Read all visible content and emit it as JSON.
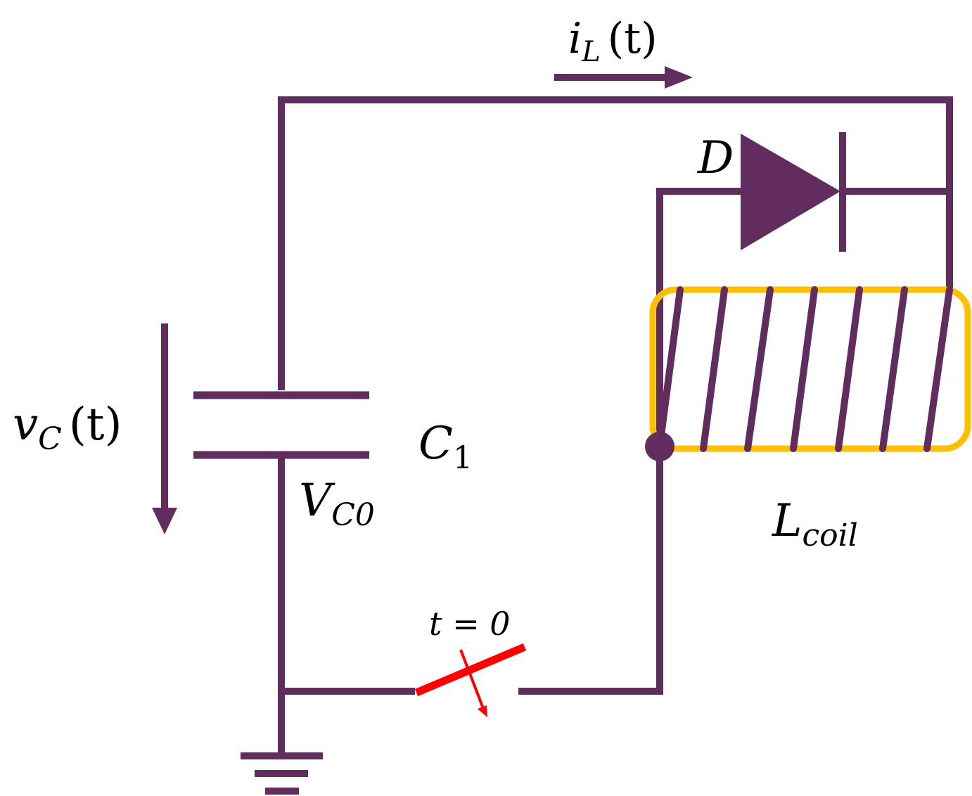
{
  "colors": {
    "wire": "#612d5f",
    "switch": "#ff0000",
    "coil_outline": "#ffbf00",
    "text": "#000000"
  },
  "labels": {
    "current": {
      "main": "i",
      "sub": "L",
      "arg": "(t)"
    },
    "voltage": {
      "main": "v",
      "sub": "C",
      "arg": "(t)"
    },
    "capacitor": {
      "main": "C",
      "sub": "1"
    },
    "initial_voltage": {
      "main": "V",
      "sub": "C0"
    },
    "diode": "D",
    "coil": {
      "main": "L",
      "sub": "coil"
    },
    "switch_time": "t = 0"
  },
  "icons": {
    "capacitor": "capacitor-symbol",
    "diode": "diode-symbol",
    "coil": "inductor-coil-symbol",
    "switch": "switch-closing-symbol",
    "ground": "ground-symbol"
  }
}
